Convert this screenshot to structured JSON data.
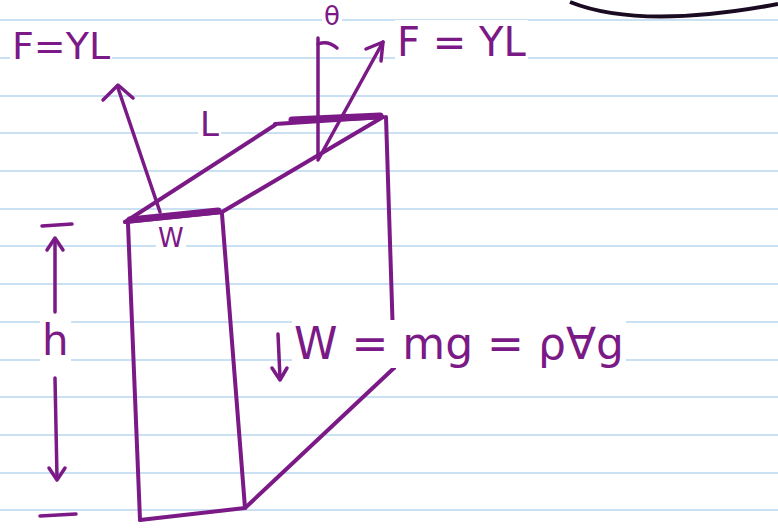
{
  "diagram": {
    "labels": [
      "F=YL",
      "θ",
      "F = YL",
      "L",
      "W",
      "h",
      "W = mg = ρ∀g"
    ]
  }
}
